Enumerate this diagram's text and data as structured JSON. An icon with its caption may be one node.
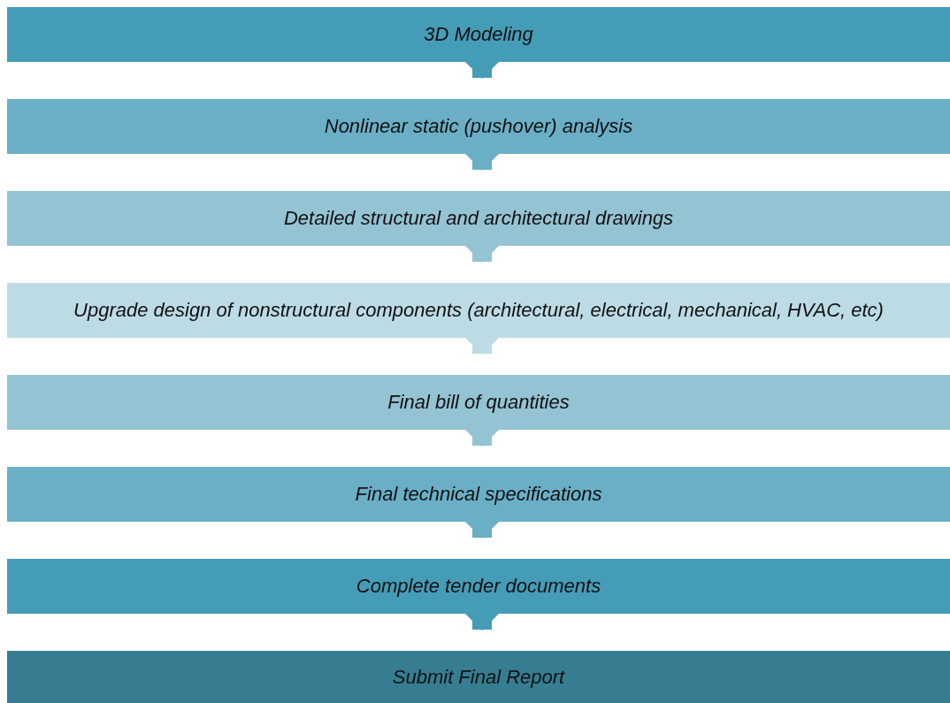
{
  "diagram": {
    "nodes": [
      {
        "text": [
          "3D Modeling"
        ]
      },
      {
        "text": [
          "Nonlinear static (pushover) analysis"
        ]
      },
      {
        "text": [
          "Detailed structural and architectural drawings"
        ]
      },
      {
        "text": [
          "Upgrade design of nonstructural components (architectural, electrical, mechanical, HVAC, etc)"
        ]
      },
      {
        "text": [
          "Final bill of quantities"
        ]
      },
      {
        "text": [
          "Final technical specifications"
        ]
      },
      {
        "text": [
          "Complete tender documents"
        ]
      },
      {
        "text": [
          "Submit Final Report"
        ]
      }
    ],
    "edges": [
      {
        "from": 0,
        "to": 1,
        "arrow": "to",
        "color": "#459cb7"
      },
      {
        "from": 1,
        "to": 2,
        "arrow": "to",
        "color": "#6aafc6"
      },
      {
        "from": 2,
        "to": 3,
        "arrow": "to",
        "color": "#94c3d4"
      },
      {
        "from": 3,
        "to": 4,
        "arrow": "to",
        "color": "#bcdbe5"
      },
      {
        "from": 4,
        "to": 5,
        "arrow": "to",
        "color": "#94c3d4"
      },
      {
        "from": 5,
        "to": 6,
        "arrow": "to",
        "color": "#6aafc6"
      },
      {
        "from": 6,
        "to": 7,
        "arrow": "to",
        "color": "#459cb7"
      }
    ]
  }
}
